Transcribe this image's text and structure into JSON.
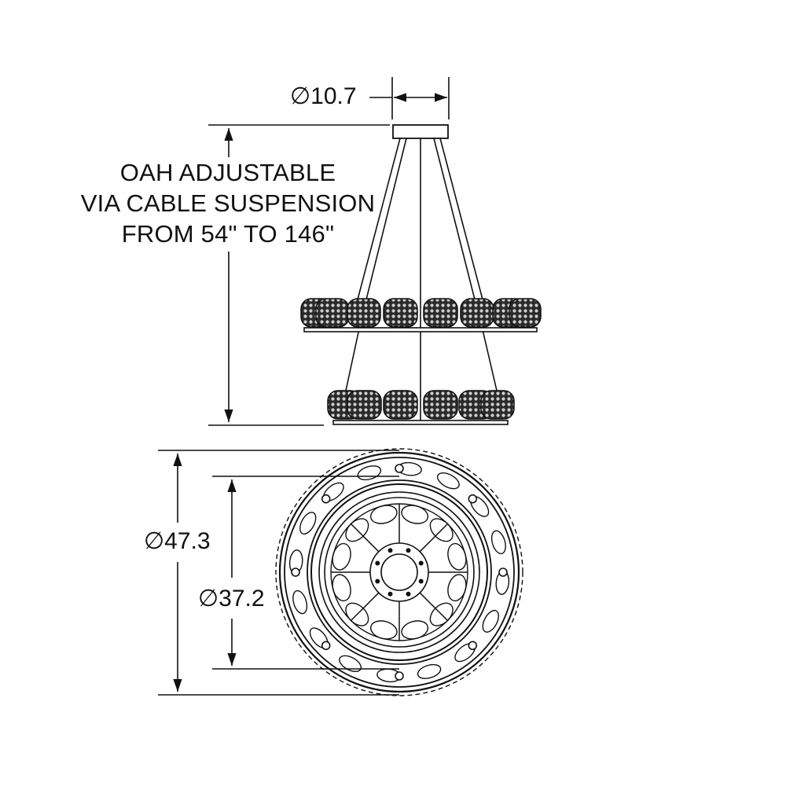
{
  "canopy_diameter": "∅10.7",
  "oah_note": {
    "line1": "OAH ADJUSTABLE",
    "line2": "VIA CABLE SUSPENSION",
    "line3": "FROM 54\" TO 146\""
  },
  "outer_diameter": "∅47.3",
  "inner_diameter": "∅37.2",
  "colors": {
    "line": "#111111",
    "shade_fill": "#2a2a2a",
    "background": "#ffffff"
  },
  "tiers": {
    "top_shades_visible": 8,
    "bottom_shades_visible": 6
  }
}
